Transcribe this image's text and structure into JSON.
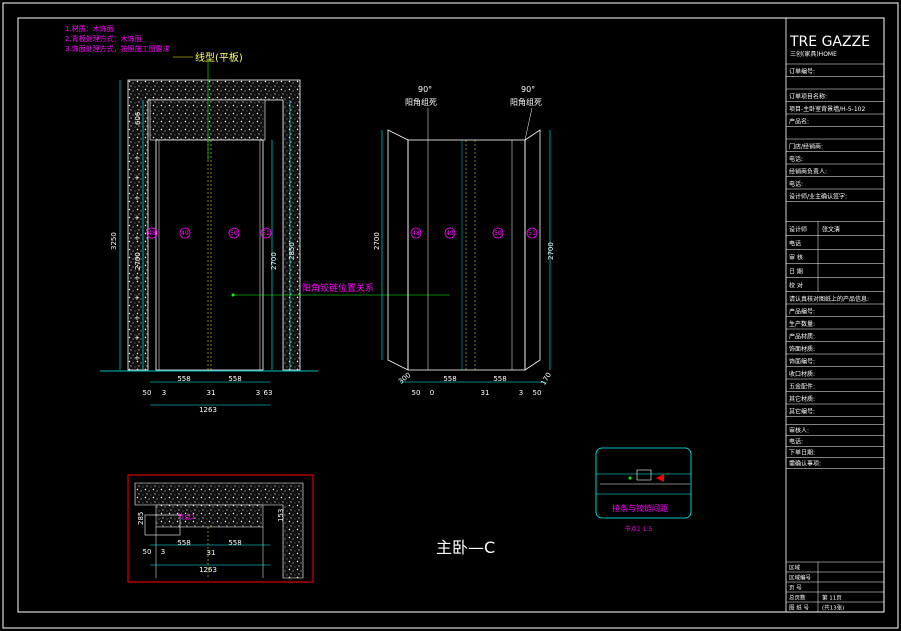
{
  "notes": [
    "1.材质：木饰面",
    "2.背板处理方式：木饰面",
    "3.饰面处理方式，按照施工图要求"
  ],
  "top_label": "线型(平板)",
  "side_view": {
    "angle_left": "90°",
    "angle_left_label": "阳角组死",
    "angle_right": "90°",
    "angle_right_label": "阳角组死"
  },
  "relation_label": "阳角铰链位置关系",
  "panel_numbers": [
    "48",
    "49",
    "50",
    "51"
  ],
  "front_dims": {
    "height_total": "3250",
    "height_panel": "2700",
    "top_section": "606",
    "height_right": "2700",
    "height_right_outer": "2850",
    "widths": [
      "50",
      "3",
      "558",
      "31",
      "558",
      "3",
      "63"
    ],
    "total_width": "1263"
  },
  "side_dims": {
    "height_left": "2700",
    "height_right": "2700",
    "widths": [
      "50",
      "0",
      "558",
      "31",
      "558",
      "3",
      "50"
    ],
    "angle_left": "300",
    "angle_right": "170"
  },
  "detail_box": {
    "label": "节点1",
    "left_dim": "285",
    "right_dim": "153",
    "widths": [
      "50",
      "3",
      "558",
      "31",
      "558"
    ],
    "total_width": "1263"
  },
  "node_detail": {
    "label": "拉条与铰链间距",
    "scale": "节点1 1:5"
  },
  "room_title": "主卧—C",
  "title_block": {
    "logo": "TRE GAZZE",
    "logo_sub": "三创(家具)HOME",
    "rows": [
      "订单编号:",
      "",
      "订单项目名称:",
      "项目-主卧室背景墙/H-5-102",
      "产品名:",
      "",
      "门店/经销商:",
      "电话:",
      "经销商负责人:",
      "电话:",
      "设计师/业主确认签字:"
    ],
    "mid_rows": [
      {
        "left": "设计师",
        "right": "张文清"
      },
      {
        "left": "电话",
        "right": ""
      },
      {
        "left": "审 核",
        "right": ""
      },
      {
        "left": "日 期",
        "right": ""
      },
      {
        "left": "校 对",
        "right": ""
      }
    ],
    "info_rows": [
      "请认真核对图纸上的产品信息:",
      "产品编号:",
      "生产数量:",
      "产品材质:",
      "饰面材质:",
      "饰面编号:",
      "收口材质:",
      "五金配件:",
      "其它材质:",
      "其它编号:"
    ],
    "bottom_rows": [
      "审核人:",
      "电话:",
      "下单日期:",
      "需确认事项:"
    ],
    "footer_rows": [
      {
        "left": "区域",
        "right": ""
      },
      {
        "left": "区域编号",
        "right": ""
      },
      {
        "left": "页 号",
        "right": ""
      },
      {
        "left": "总页数",
        "right": "第 11页"
      },
      {
        "left": "图 纸 号",
        "right": "(共13张)"
      }
    ]
  },
  "colors": {
    "background": "#000000",
    "frame": "#ffffff",
    "dim": "#00ffff",
    "note": "#ff00ff",
    "wall_fill": "#1a1a1a",
    "red_box": "#ff0000",
    "title_text": "#ffffff"
  }
}
